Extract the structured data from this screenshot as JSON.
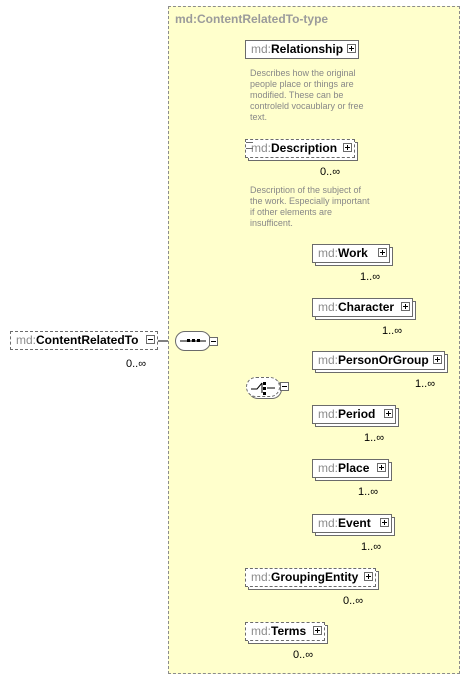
{
  "diagram": {
    "type_title": "md:ContentRelatedTo-type",
    "root": {
      "prefix": "md:",
      "name": "ContentRelatedTo",
      "cardinality": "0..∞"
    },
    "elements": {
      "relationship": {
        "prefix": "md:",
        "name": "Relationship",
        "doc": "Describes how the original people place or things are modified.  These can be controleld vocaublary or free text."
      },
      "description": {
        "prefix": "md:",
        "name": "Description",
        "cardinality": "0..∞",
        "doc": "Description of the subject of the work.  Especially important if other elements are insufficent."
      },
      "work": {
        "prefix": "md:",
        "name": "Work",
        "cardinality": "1..∞"
      },
      "character": {
        "prefix": "md:",
        "name": "Character",
        "cardinality": "1..∞"
      },
      "person_or_group": {
        "prefix": "md:",
        "name": "PersonOrGroup",
        "cardinality": "1..∞"
      },
      "period": {
        "prefix": "md:",
        "name": "Period",
        "cardinality": "1..∞"
      },
      "place": {
        "prefix": "md:",
        "name": "Place",
        "cardinality": "1..∞"
      },
      "event": {
        "prefix": "md:",
        "name": "Event",
        "cardinality": "1..∞"
      },
      "grouping_entity": {
        "prefix": "md:",
        "name": "GroupingEntity",
        "cardinality": "0..∞"
      },
      "terms": {
        "prefix": "md:",
        "name": "Terms",
        "cardinality": "0..∞"
      }
    },
    "colors": {
      "type_background": "#ffffcc",
      "border": "#6b6b6b",
      "prefix_text": "#8c8c8c",
      "doc_text": "#888888"
    }
  }
}
